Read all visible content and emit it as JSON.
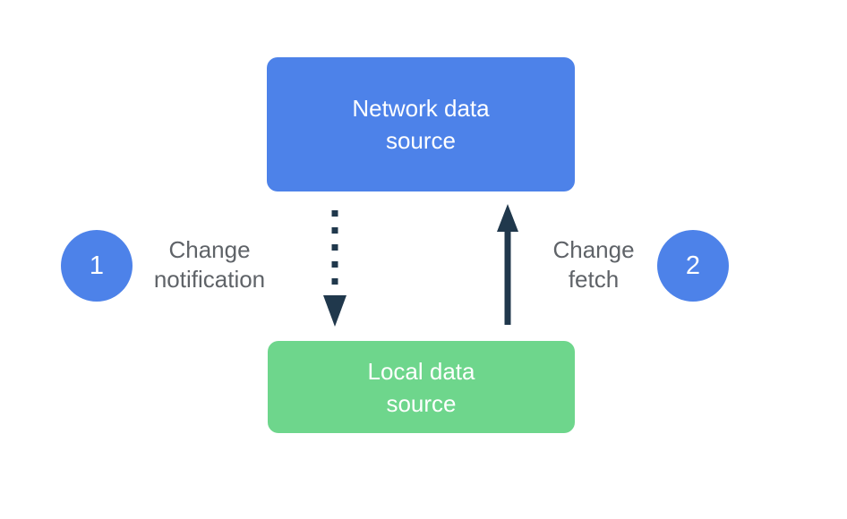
{
  "diagram": {
    "background": "#FFFFFF",
    "network_node": {
      "label": "Network data\nsource",
      "color": "#4D82E9",
      "text_color": "#FFFFFF"
    },
    "local_node": {
      "label": "Local data\nsource",
      "color": "#6ED68C",
      "text_color": "#FFFFFF"
    },
    "step1": {
      "number": "1",
      "label": "Change\nnotification",
      "badge_color": "#4D82E9"
    },
    "step2": {
      "number": "2",
      "label": "Change\nfetch",
      "badge_color": "#4D82E9"
    },
    "arrows": {
      "change_notification": {
        "style": "dotted",
        "direction": "down",
        "color": "#20384C"
      },
      "change_fetch": {
        "style": "solid",
        "direction": "up",
        "color": "#20384C"
      }
    },
    "label_text_color": "#5F6368"
  }
}
